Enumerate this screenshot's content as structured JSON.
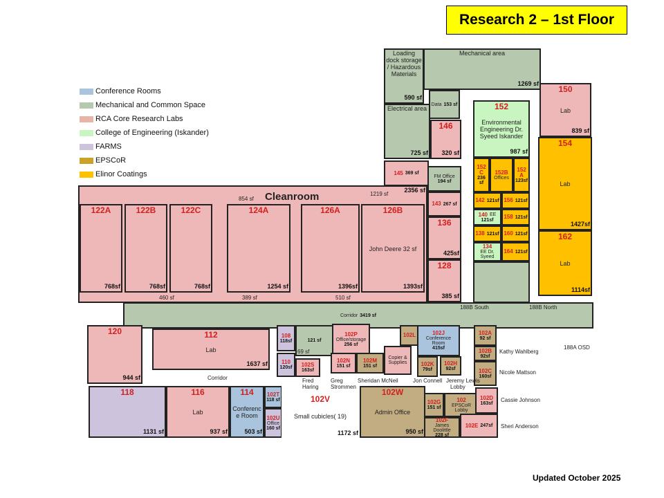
{
  "title": "Research 2 – 1st Floor",
  "updated": "Updated October 2025",
  "legend": [
    {
      "label": "Conference Rooms",
      "color": "#a9c4dc"
    },
    {
      "label": "Mechanical and Common Space",
      "color": "#b6c8ae"
    },
    {
      "label": "RCA Core Research Labs",
      "color": "#e8b4a8"
    },
    {
      "label": "College of Engineering (Iskander)",
      "color": "#c8f5c0"
    },
    {
      "label": "FARMS",
      "color": "#cdc3dc"
    },
    {
      "label": "EPSCoR",
      "color": "#c9a227"
    },
    {
      "label": "Elinor Coatings",
      "color": "#ffc000"
    }
  ],
  "colors": {
    "mech": "#b6c8ae",
    "lab": "#efb8b8",
    "coe": "#c8f5c0",
    "conf": "#a9c4dc",
    "farms": "#cdc3dc",
    "epscor": "#c2ad82",
    "elinor": "#ffc000",
    "white": "#ffffff"
  },
  "rooms": [
    {
      "num": "",
      "name": "",
      "area": "2356 sf",
      "cat": "lab"
    },
    {
      "num": "122A",
      "name": "",
      "area": "768sf",
      "cat": "lab"
    },
    {
      "num": "122B",
      "name": "",
      "area": "768sf",
      "cat": "lab"
    },
    {
      "num": "122C",
      "name": "",
      "area": "768sf",
      "cat": "lab"
    },
    {
      "num": "124A",
      "name": "",
      "area": "1254 sf",
      "cat": "lab"
    },
    {
      "num": "126A",
      "name": "",
      "area": "1396sf",
      "cat": "lab"
    },
    {
      "num": "126B",
      "name": "John Deere 32 sf",
      "area": "1393sf",
      "cat": "lab"
    },
    {
      "num": "",
      "name": "Loading dock storage / Hazardous Materials",
      "area": "590 sf",
      "cat": "mech"
    },
    {
      "num": "",
      "name": "Mechanical area",
      "area": "1269 sf",
      "cat": "mech"
    },
    {
      "num": "",
      "name": "Electrical area",
      "area": "725 sf",
      "cat": "mech"
    },
    {
      "num": "",
      "name": "Data",
      "area": "153 sf",
      "cat": "mech"
    },
    {
      "num": "146",
      "name": "",
      "area": "320 sf",
      "cat": "lab"
    },
    {
      "num": "145",
      "name": "",
      "area": "369 sf",
      "cat": "lab"
    },
    {
      "num": "",
      "name": "FM Office",
      "area": "194 sf",
      "cat": "mech"
    },
    {
      "num": "143",
      "name": "",
      "area": "267 sf",
      "cat": "lab"
    },
    {
      "num": "136",
      "name": "",
      "area": "425sf",
      "cat": "lab"
    },
    {
      "num": "128",
      "name": "",
      "area": "385 sf",
      "cat": "lab"
    },
    {
      "num": "152",
      "name": "Environmental Engineering Dr. Syeed Iskander",
      "area": "987 sf",
      "cat": "coe"
    },
    {
      "num": "152C",
      "name": "",
      "area": "236 sf",
      "cat": "elinor"
    },
    {
      "num": "152B",
      "name": "Offices",
      "area": "",
      "cat": "elinor"
    },
    {
      "num": "152A",
      "name": "",
      "area": "123sf",
      "cat": "elinor"
    },
    {
      "num": "142",
      "name": "",
      "area": "121sf",
      "cat": "elinor"
    },
    {
      "num": "156",
      "name": "",
      "area": "121sf",
      "cat": "elinor"
    },
    {
      "num": "140",
      "name": "EE",
      "area": "121sf",
      "cat": "coe"
    },
    {
      "num": "158",
      "name": "",
      "area": "121sf",
      "cat": "elinor"
    },
    {
      "num": "138",
      "name": "",
      "area": "121sf",
      "cat": "elinor"
    },
    {
      "num": "160",
      "name": "",
      "area": "121sf",
      "cat": "elinor"
    },
    {
      "num": "134",
      "name": "EE Dr. Syeed",
      "area": "",
      "cat": "coe"
    },
    {
      "num": "164",
      "name": "",
      "area": "121sf",
      "cat": "elinor"
    },
    {
      "num": "",
      "name": "",
      "area": "",
      "cat": "mech"
    },
    {
      "num": "150",
      "name": "Lab",
      "area": "839 sf",
      "cat": "lab"
    },
    {
      "num": "154",
      "name": "Lab",
      "area": "1427sf",
      "cat": "elinor"
    },
    {
      "num": "162",
      "name": "Lab",
      "area": "1114sf",
      "cat": "elinor"
    },
    {
      "num": "",
      "name": "Corridor",
      "area": "3419 sf",
      "cat": "mech"
    },
    {
      "num": "120",
      "name": "",
      "area": "944 sf",
      "cat": "lab"
    },
    {
      "num": "112",
      "name": "Lab",
      "area": "1637 sf",
      "cat": "lab"
    },
    {
      "num": "118",
      "name": "",
      "area": "1131 sf",
      "cat": "farms"
    },
    {
      "num": "116",
      "name": "Lab",
      "area": "937 sf",
      "cat": "lab"
    },
    {
      "num": "114",
      "name": "Conference Room",
      "area": "503 sf",
      "cat": "conf"
    },
    {
      "num": "102T",
      "name": "",
      "area": "118 sf",
      "cat": "conf"
    },
    {
      "num": "102U",
      "name": "Office",
      "area": "160 sf",
      "cat": "farms"
    },
    {
      "num": "108",
      "name": "",
      "area": "118sf",
      "cat": "farms"
    },
    {
      "num": "110",
      "name": "",
      "area": "120sf",
      "cat": "farms"
    },
    {
      "num": "",
      "name": "",
      "area": "121 sf",
      "cat": "mech"
    },
    {
      "num": "102S",
      "name": "",
      "area": "163sf",
      "cat": "lab"
    },
    {
      "num": "102P",
      "name": "Office/storage",
      "area": "256 sf",
      "cat": "lab"
    },
    {
      "num": "102N",
      "name": "",
      "area": "151 sf",
      "cat": "lab"
    },
    {
      "num": "102M",
      "name": "",
      "area": "151 sf",
      "cat": "epscor"
    },
    {
      "num": "",
      "name": "Copier & Supplies",
      "area": "",
      "cat": "lab"
    },
    {
      "num": "102L",
      "name": "",
      "area": "",
      "cat": "epscor"
    },
    {
      "num": "102J",
      "name": "Conference Room",
      "area": "415sf",
      "cat": "conf"
    },
    {
      "num": "102K",
      "name": "",
      "area": "79sf",
      "cat": "epscor"
    },
    {
      "num": "102H",
      "name": "",
      "area": "92sf",
      "cat": "epscor"
    },
    {
      "num": "102W",
      "name": "Admin Office",
      "area": "950 sf",
      "cat": "epscor"
    },
    {
      "num": "102G",
      "name": "",
      "area": "151 sf",
      "cat": "epscor"
    },
    {
      "num": "102F",
      "name": "James Doolittle",
      "area": "228 sf",
      "cat": "epscor"
    },
    {
      "num": "102",
      "name": "EPSCoR Lobby",
      "area": "",
      "cat": "epscor"
    },
    {
      "num": "102A",
      "name": "",
      "area": "92 sf",
      "cat": "epscor"
    },
    {
      "num": "102B",
      "name": "",
      "area": "92sf",
      "cat": "epscor"
    },
    {
      "num": "102C",
      "name": "",
      "area": "160sf",
      "cat": "epscor"
    },
    {
      "num": "102D",
      "name": "",
      "area": "163sf",
      "cat": "lab"
    },
    {
      "num": "102E",
      "name": "",
      "area": "247sf",
      "cat": "lab"
    },
    {
      "num": "102V",
      "name": "Small cubicles( 19)",
      "area": "1172 sf",
      "cat": "white"
    }
  ],
  "labels": [
    "Cleanroom",
    "854 sf",
    "1219 sf",
    "510 sf",
    "389 sf",
    "460 sf",
    "188B South",
    "188B North",
    "188A OSD",
    "Corridor",
    "Fred Haring",
    "Greg Strommen",
    "Sheridan McNeil",
    "Jon Connell",
    "Jeremy Lewis",
    "Kathy Wahlberg",
    "Nicole Mattson",
    "Cassie Johnson",
    "Sheri Anderson",
    "Lobby",
    "69 sf"
  ]
}
